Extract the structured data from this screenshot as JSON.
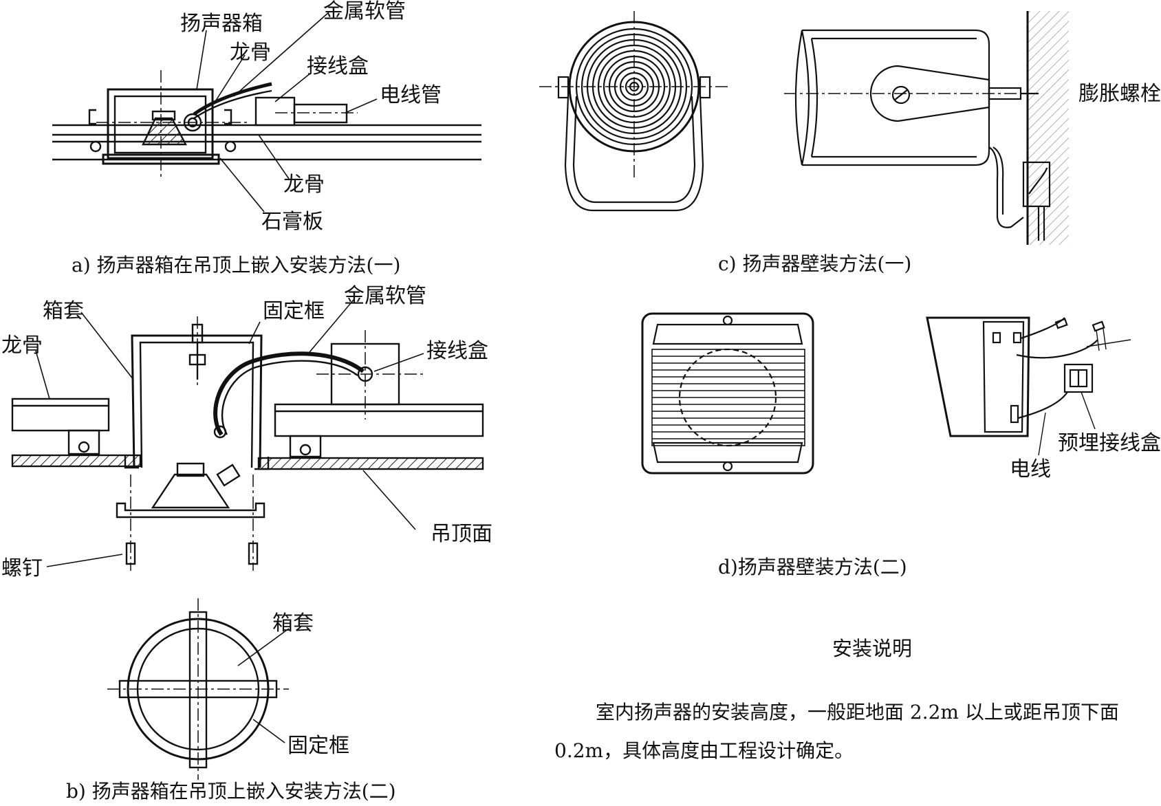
{
  "figure_a": {
    "caption": "a) 扬声器箱在吊顶上嵌入安装方法(一)",
    "labels": {
      "speaker_box": "扬声器箱",
      "metal_hose": "金属软管",
      "keel_top": "龙骨",
      "junction_box": "接线盒",
      "conduit": "电线管",
      "keel_bottom": "龙骨",
      "gypsum_board": "石膏板"
    }
  },
  "figure_b": {
    "caption": "b) 扬声器箱在吊顶上嵌入安装方法(二)",
    "labels": {
      "box_sleeve": "箱套",
      "fixing_frame": "固定框",
      "metal_hose": "金属软管",
      "keel": "龙骨",
      "junction_box": "接线盒",
      "ceiling_surface": "吊顶面",
      "screw": "螺钉"
    },
    "plan_labels": {
      "box_sleeve": "箱套",
      "fixing_frame": "固定框"
    }
  },
  "figure_c": {
    "caption": "c) 扬声器壁装方法(一)",
    "labels": {
      "expansion_bolt": "膨胀螺栓"
    }
  },
  "figure_d": {
    "caption": "d)扬声器壁装方法(二)",
    "labels": {
      "embedded_junction_box": "预埋接线盒",
      "wire": "电线"
    }
  },
  "notes": {
    "title": "安装说明",
    "body": "室内扬声器的安装高度，一般距地面 2.2m 以上或距吊顶下面 0.2m，具体高度由工程设计确定。"
  }
}
